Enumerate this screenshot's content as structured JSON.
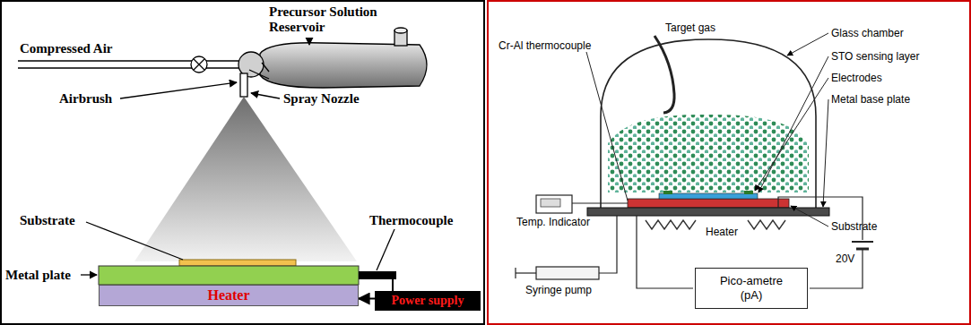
{
  "diagram": {
    "nodes": [
      {
        "text": [
          "Heater"
        ]
      },
      {
        "text": [
          "Power supply"
        ]
      },
      {
        "text": [
          "Pico-ametre (pA)"
        ]
      }
    ],
    "edges": [
      {
        "from": 1,
        "to": 0,
        "arrow": "to"
      }
    ],
    "labels": [
      "Precursor Solution Reservoir",
      "Compressed Air",
      "Airbrush",
      "Spray Nozzle",
      "Substrate",
      "Thermocouple",
      "Metal plate",
      "Glass chamber",
      "Target gas",
      "STO sensing layer",
      "Cr-Al thermocouple",
      "Electrodes",
      "Metal base plate",
      "Temp. Indicator",
      "Heater",
      "Substrate",
      "20V",
      "Syringe pump"
    ]
  }
}
